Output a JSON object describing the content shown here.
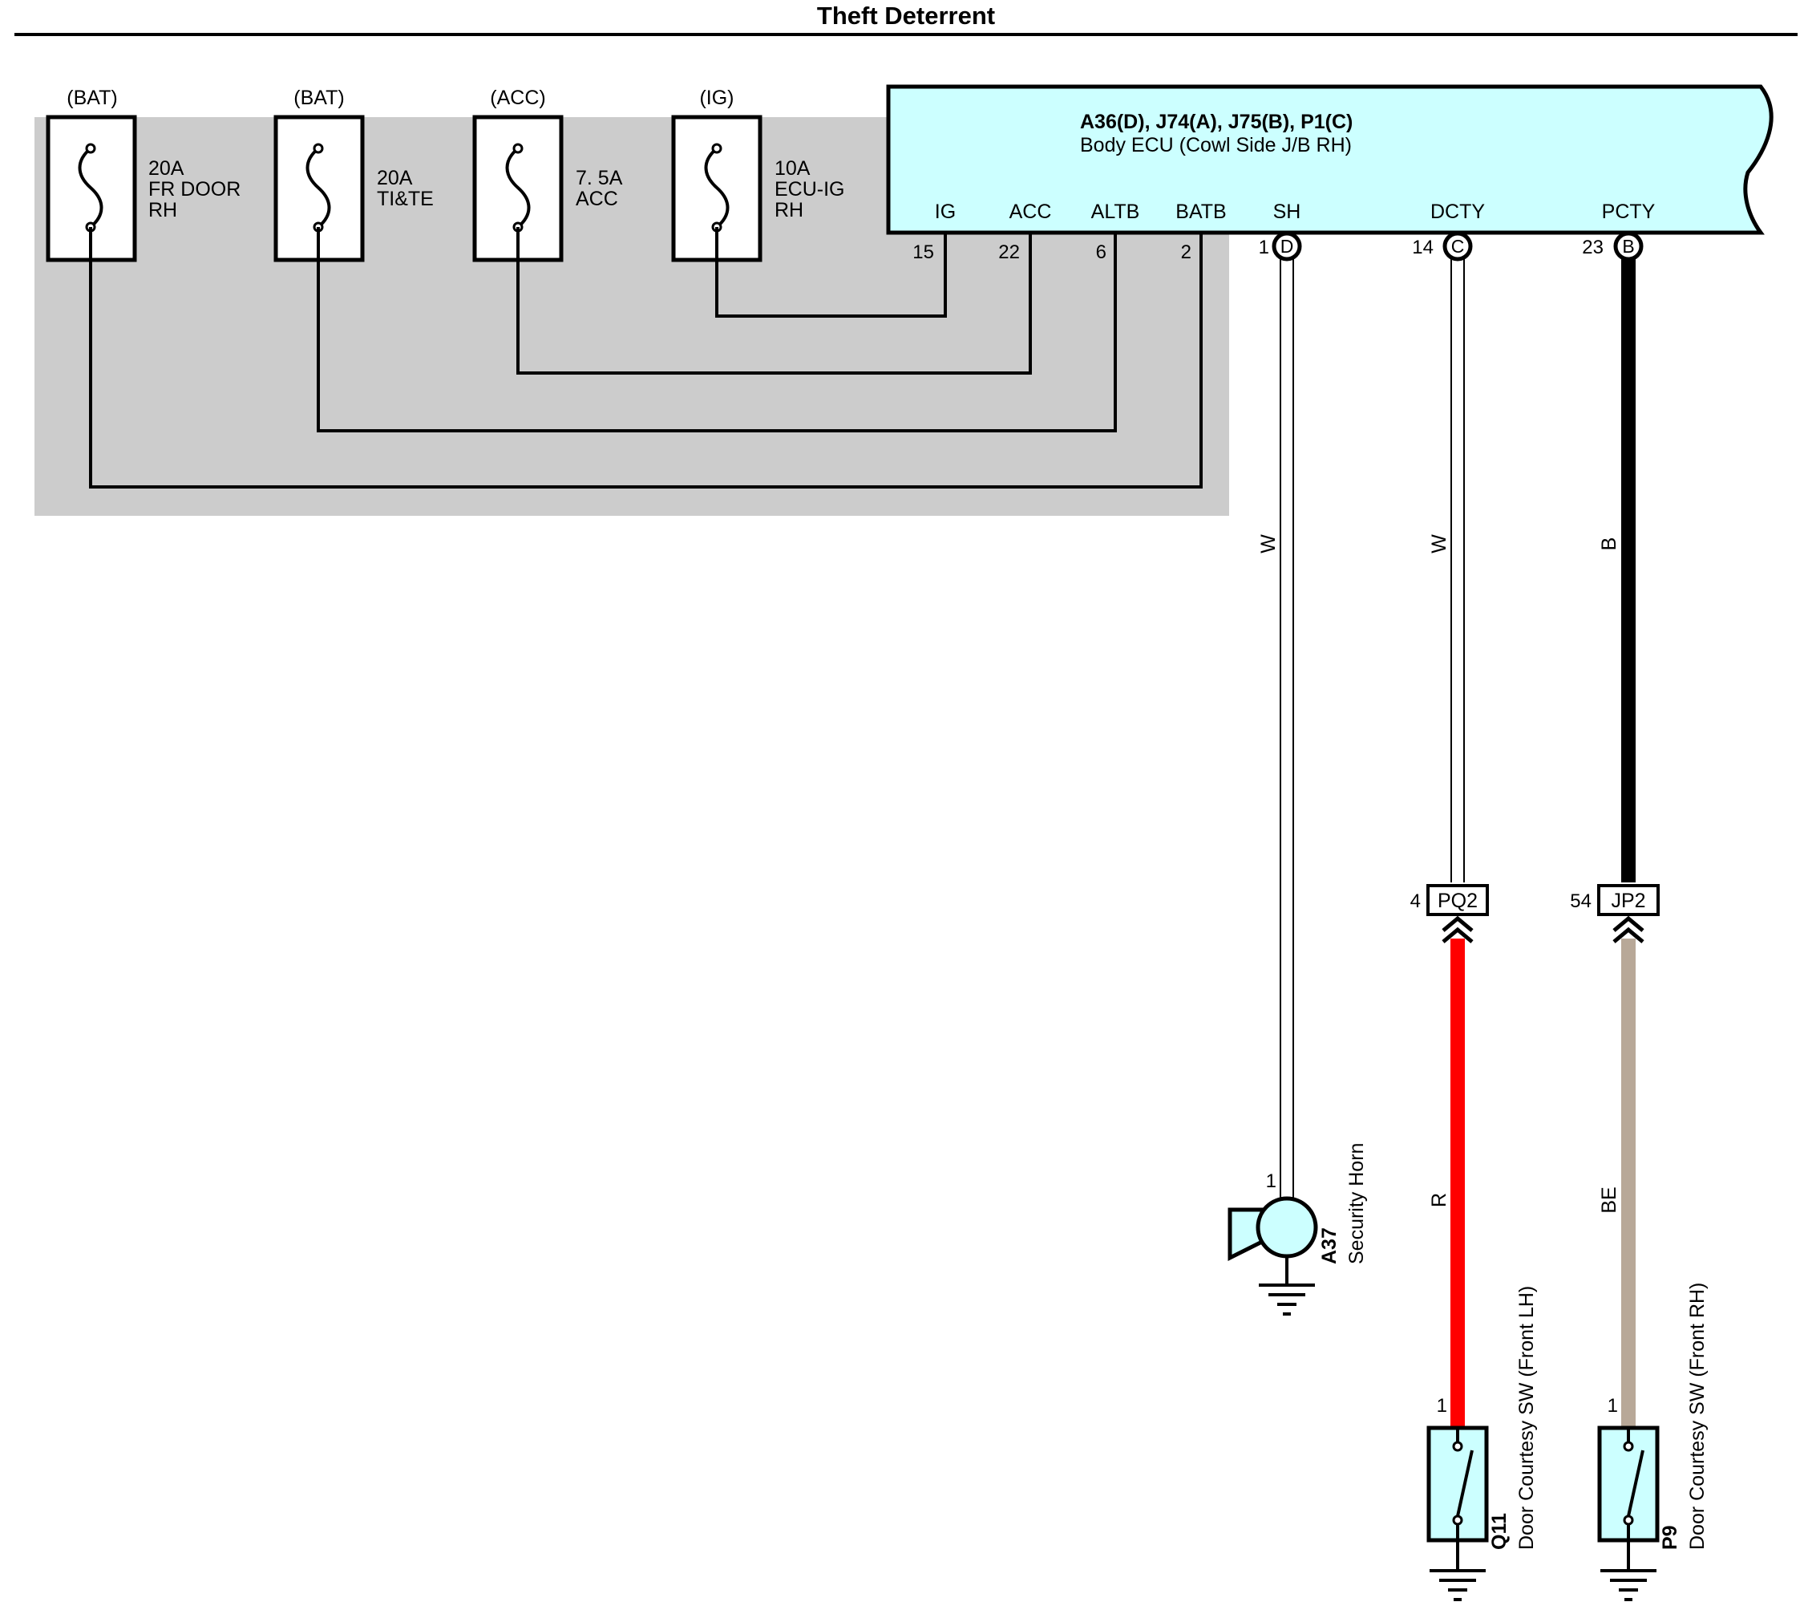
{
  "title": "Theft Deterrent",
  "fuses": [
    {
      "source": "(BAT)",
      "rating": "20A",
      "name_lines": [
        "FR DOOR",
        "RH"
      ]
    },
    {
      "source": "(BAT)",
      "rating": "20A",
      "name_lines": [
        "TI&TE"
      ]
    },
    {
      "source": "(ACC)",
      "rating": "7. 5A",
      "name_lines": [
        "ACC"
      ]
    },
    {
      "source": "(IG)",
      "rating": "10A",
      "name_lines": [
        "ECU-IG",
        "RH"
      ]
    }
  ],
  "ecu": {
    "connectors": "A36(D), J74(A), J75(B), P1(C)",
    "name": "Body ECU (Cowl Side J/B RH)",
    "terminals": [
      {
        "label": "IG",
        "pin": "15",
        "connector": ""
      },
      {
        "label": "ACC",
        "pin": "22",
        "connector": ""
      },
      {
        "label": "ALTB",
        "pin": "6",
        "connector": ""
      },
      {
        "label": "BATB",
        "pin": "2",
        "connector": ""
      },
      {
        "label": "SH",
        "pin": "1",
        "connector": "D"
      },
      {
        "label": "DCTY",
        "pin": "14",
        "connector": "C"
      },
      {
        "label": "PCTY",
        "pin": "23",
        "connector": "B"
      }
    ]
  },
  "wires": [
    {
      "color_code": "W",
      "hex": "#ffffff"
    },
    {
      "color_code": "W",
      "hex": "#ffffff"
    },
    {
      "color_code": "B",
      "hex": "#000000"
    },
    {
      "color_code": "R",
      "hex": "#ff0000"
    },
    {
      "color_code": "BE",
      "hex": "#b8a898"
    }
  ],
  "junctions": [
    {
      "pin": "4",
      "name": "PQ2"
    },
    {
      "pin": "54",
      "name": "JP2"
    }
  ],
  "components": [
    {
      "id": "A37",
      "name": "Security Horn",
      "pin": "1"
    },
    {
      "id": "Q11",
      "name": "Door Courtesy SW (Front LH)",
      "pin": "1"
    },
    {
      "id": "P9",
      "name": "Door Courtesy SW (Front RH)",
      "pin": "1"
    }
  ],
  "colors": {
    "junction_block_bg": "#cccccc",
    "ecu_fill": "#ccffff",
    "component_fill": "#ccffff"
  }
}
